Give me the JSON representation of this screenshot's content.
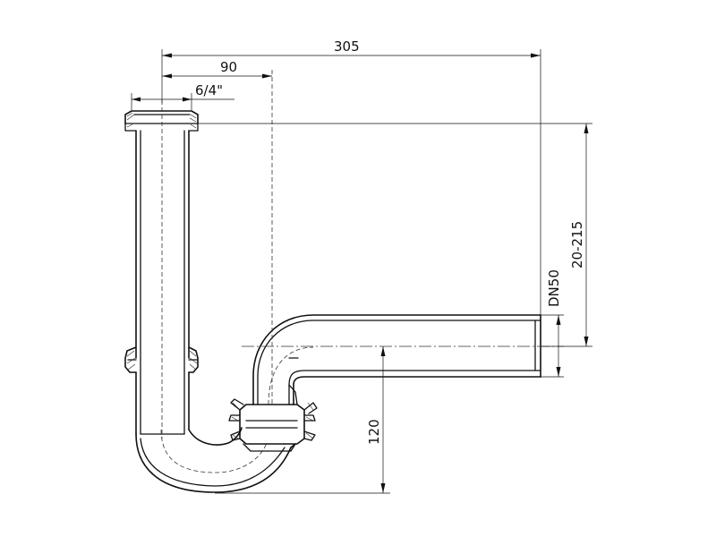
{
  "dimensions": {
    "overall_width": "305",
    "offset": "90",
    "inlet_thread": "6/4\"",
    "outlet_diameter": "DN50",
    "height_range": "20-215",
    "trap_depth": "120"
  }
}
